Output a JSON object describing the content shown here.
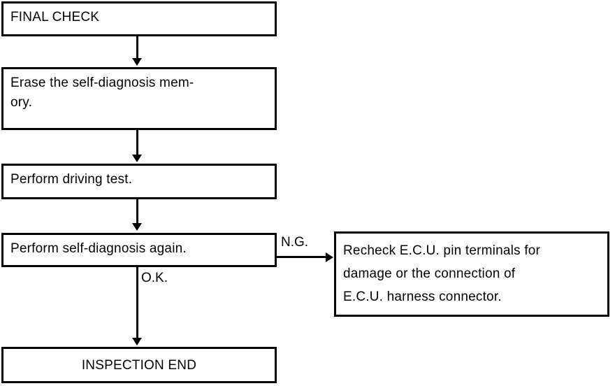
{
  "diagram": {
    "title": "FINAL CHECK flowchart",
    "stroke_color": "#000000",
    "background_color": "#ffffff",
    "nodes": [
      {
        "id": "final-check",
        "label": "FINAL CHECK",
        "align": "left"
      },
      {
        "id": "erase-memory",
        "label": "Erase the self-diagnosis mem-\nory.",
        "align": "left"
      },
      {
        "id": "driving-test",
        "label": "Perform driving test.",
        "align": "left"
      },
      {
        "id": "self-diagnosis-again",
        "label": "Perform self-diagnosis again.",
        "align": "left"
      },
      {
        "id": "recheck-ecu",
        "label": "Recheck E.C.U. pin terminals for\ndamage or the connection of\nE.C.U. harness connector.",
        "align": "left"
      },
      {
        "id": "inspection-end",
        "label": "INSPECTION END",
        "align": "center"
      }
    ],
    "edge_labels": {
      "ng": "N.G.",
      "ok": "O.K."
    }
  }
}
